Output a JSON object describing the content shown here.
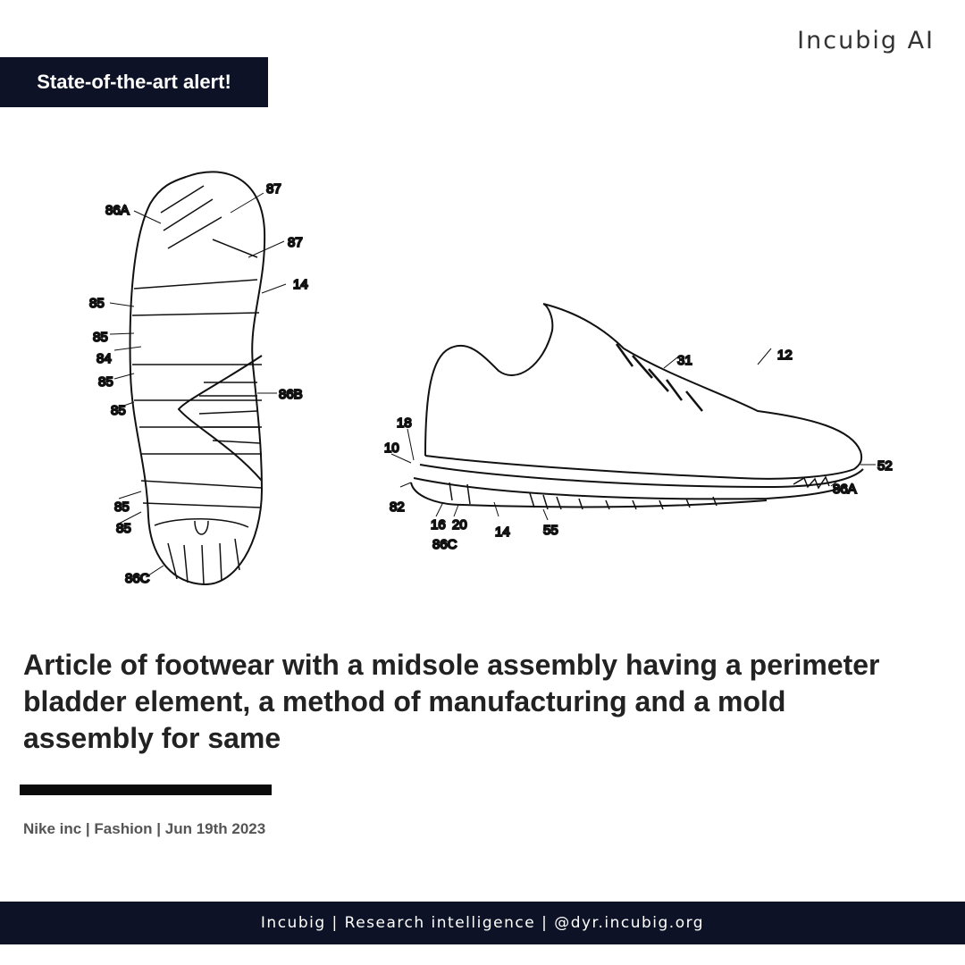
{
  "brand": "Incubig AI",
  "badge": "State-of-the-art alert!",
  "sole_labels": [
    "86A",
    "87",
    "87",
    "14",
    "85",
    "85",
    "84",
    "85",
    "85",
    "86B",
    "85",
    "85",
    "86C"
  ],
  "shoe_labels": [
    "31",
    "12",
    "18",
    "10",
    "52",
    "86A",
    "82",
    "16",
    "20",
    "14",
    "55",
    "86C"
  ],
  "title": "Article of footwear with a midsole assembly having a perimeter bladder element, a method of manufacturing and a mold assembly for same",
  "meta": "Nike inc | Fashion | Jun 19th 2023",
  "footer": "Incubig | Research intelligence | @dyr.incubig.org",
  "colors": {
    "navy": "#0d1226",
    "rule": "#0a0a0a"
  }
}
